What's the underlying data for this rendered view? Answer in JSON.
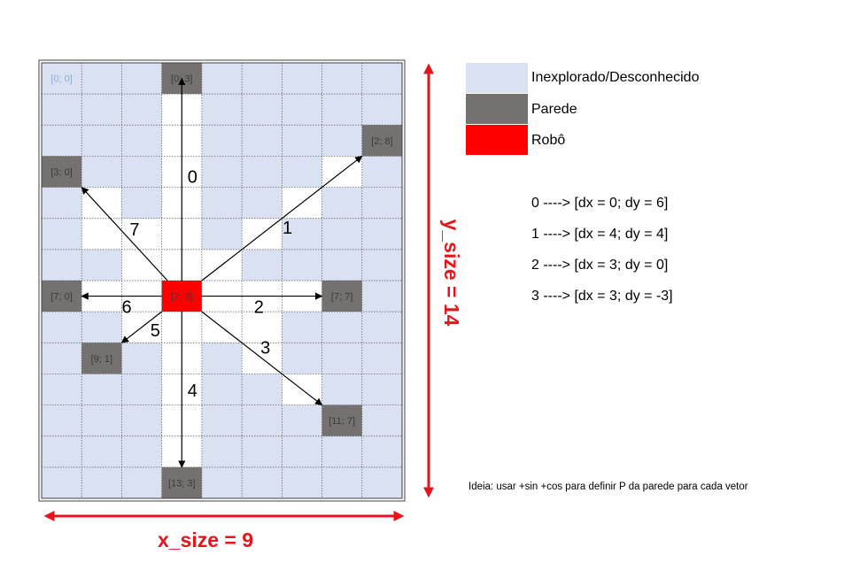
{
  "grid": {
    "rows": 14,
    "cols": 9,
    "colors": {
      "unknown": "#d9e1f2",
      "free": "#ffffff",
      "wall": "#757171",
      "robot": "#ff0000"
    },
    "free_cells": [
      [
        1,
        3
      ],
      [
        2,
        3
      ],
      [
        3,
        3
      ],
      [
        3,
        7
      ],
      [
        4,
        1
      ],
      [
        4,
        3
      ],
      [
        4,
        6
      ],
      [
        5,
        1
      ],
      [
        5,
        2
      ],
      [
        5,
        3
      ],
      [
        5,
        5
      ],
      [
        6,
        2
      ],
      [
        6,
        3
      ],
      [
        6,
        4
      ],
      [
        7,
        1
      ],
      [
        7,
        2
      ],
      [
        7,
        4
      ],
      [
        7,
        5
      ],
      [
        7,
        6
      ],
      [
        8,
        2
      ],
      [
        8,
        3
      ],
      [
        8,
        4
      ],
      [
        8,
        5
      ],
      [
        9,
        3
      ],
      [
        9,
        5
      ],
      [
        10,
        3
      ],
      [
        10,
        6
      ],
      [
        11,
        3
      ],
      [
        12,
        3
      ]
    ],
    "walls": [
      {
        "row": 0,
        "col": 3,
        "label": "[0; 3]"
      },
      {
        "row": 2,
        "col": 8,
        "label": "[2; 8]"
      },
      {
        "row": 3,
        "col": 0,
        "label": "[3; 0]"
      },
      {
        "row": 7,
        "col": 0,
        "label": "[7; 0]"
      },
      {
        "row": 7,
        "col": 7,
        "label": "[7; 7]"
      },
      {
        "row": 9,
        "col": 1,
        "label": "[9; 1]"
      },
      {
        "row": 11,
        "col": 7,
        "label": "[11; 7]"
      },
      {
        "row": 13,
        "col": 3,
        "label": "[13; 3]"
      }
    ],
    "robot": {
      "row": 7,
      "col": 3,
      "label": "[7; 3]"
    },
    "origin_label": "[0; 0]"
  },
  "vectors": [
    {
      "id": "0",
      "to": [
        0.5,
        3.5
      ]
    },
    {
      "id": "1",
      "to": [
        3.0,
        8.0
      ]
    },
    {
      "id": "2",
      "to": [
        7.5,
        7.0
      ]
    },
    {
      "id": "3",
      "to": [
        11.0,
        7.0
      ]
    },
    {
      "id": "4",
      "to": [
        13.0,
        3.5
      ]
    },
    {
      "id": "5",
      "to": [
        9.0,
        2.0
      ]
    },
    {
      "id": "6",
      "to": [
        7.5,
        1.0
      ]
    },
    {
      "id": "7",
      "to": [
        4.0,
        1.0
      ]
    }
  ],
  "dimensions": {
    "x_label": "x_size = 9",
    "y_label": "y_size = 14",
    "color": "#e8141b"
  },
  "legend": [
    {
      "label": "Inexplorado/Desconhecido",
      "color": "#d9e1f2"
    },
    {
      "label": "Parede",
      "color": "#757171"
    },
    {
      "label": "Robô",
      "color": "#ff0000"
    }
  ],
  "vector_defs": [
    "0 ----> [dx = 0; dy = 6]",
    "1 ----> [dx = 4; dy = 4]",
    "2 ----> [dx = 3; dy = 0]",
    "3 ----> [dx = 3; dy = -3]"
  ],
  "idea": "Ideia: usar +sin +cos para definir P da parede para cada vetor"
}
